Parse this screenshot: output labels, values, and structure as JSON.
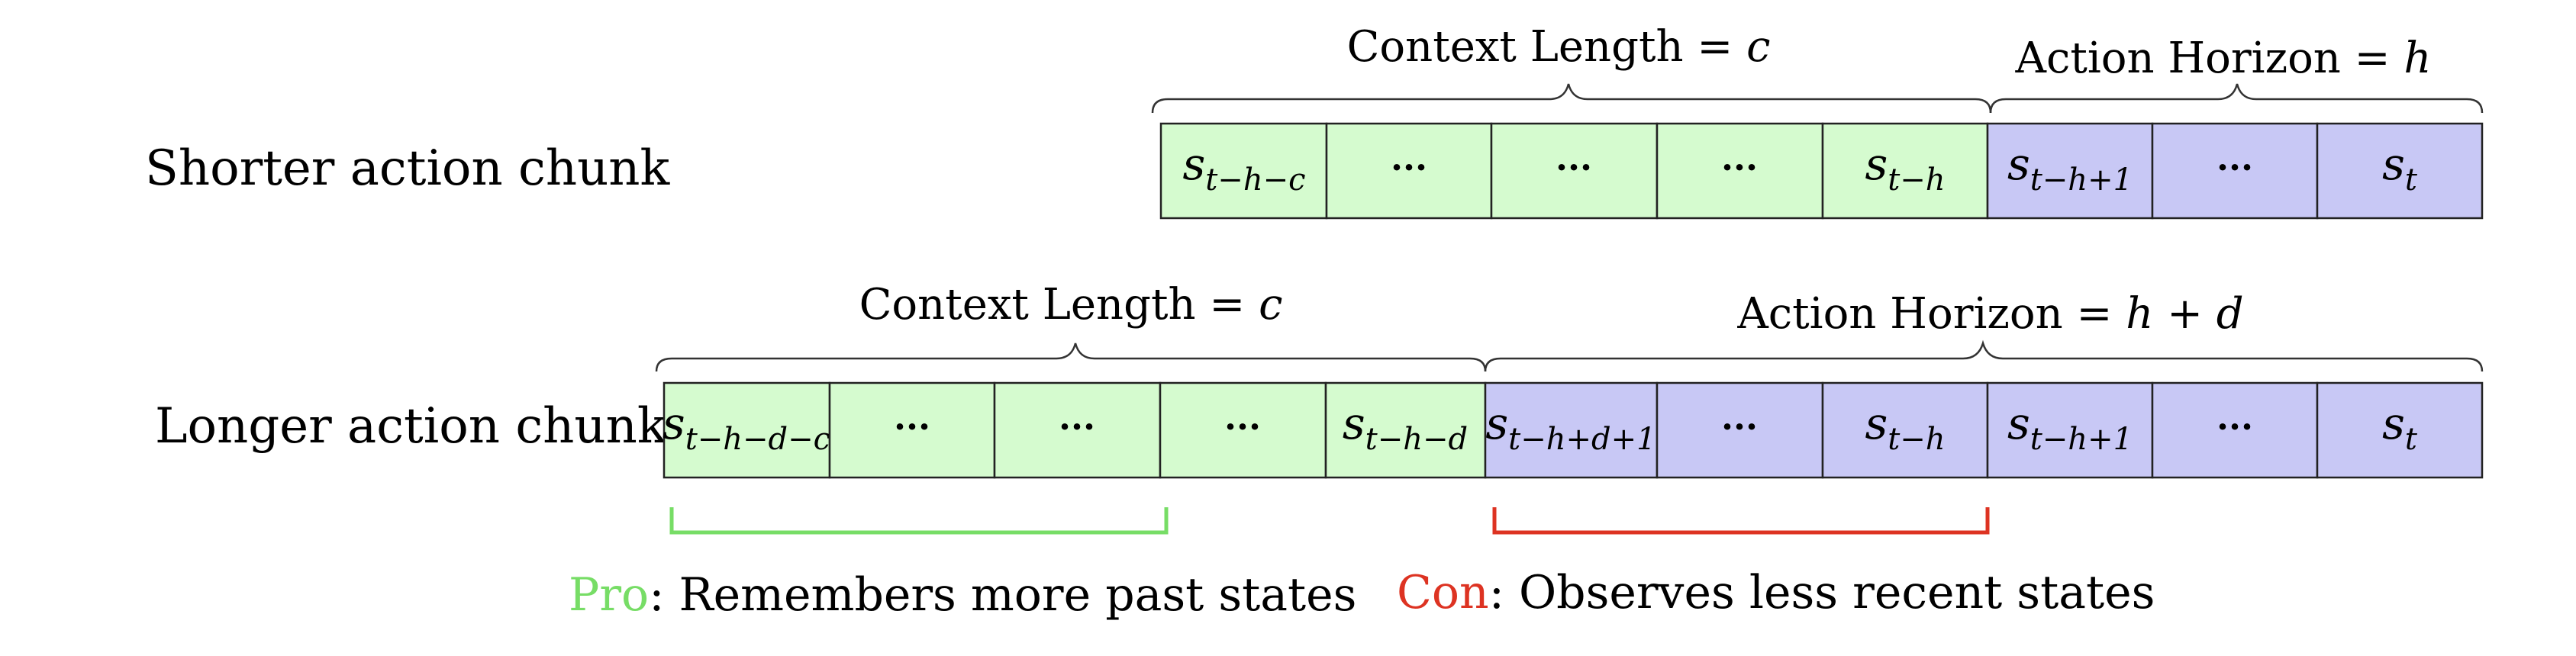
{
  "colors": {
    "context": "#d5fbcf",
    "action": "#c8c8f5",
    "pro": "#77dd66",
    "con": "#dd3322",
    "cell_border": "#222222"
  },
  "rows": [
    {
      "id": "shorter",
      "label": "Shorter action chunk",
      "cells": [
        {
          "kind": "context",
          "base": "s",
          "sub": "t−h−c"
        },
        {
          "kind": "context",
          "dots": "···"
        },
        {
          "kind": "context",
          "dots": "···"
        },
        {
          "kind": "context",
          "dots": "···"
        },
        {
          "kind": "context",
          "base": "s",
          "sub": "t−h"
        },
        {
          "kind": "action",
          "base": "s",
          "sub": "t−h+1"
        },
        {
          "kind": "action",
          "dots": "···"
        },
        {
          "kind": "action",
          "base": "s",
          "sub": "t"
        }
      ],
      "braces": [
        {
          "text": "Context Length = ",
          "var": "c"
        },
        {
          "text": "Action Horizon = ",
          "var": "h"
        }
      ]
    },
    {
      "id": "longer",
      "label": "Longer action chunk",
      "cells": [
        {
          "kind": "context",
          "base": "s",
          "sub": "t−h−d−c"
        },
        {
          "kind": "context",
          "dots": "···"
        },
        {
          "kind": "context",
          "dots": "···"
        },
        {
          "kind": "context",
          "dots": "···"
        },
        {
          "kind": "context",
          "base": "s",
          "sub": "t−h−d"
        },
        {
          "kind": "action",
          "base": "s",
          "sub": "t−h+d+1"
        },
        {
          "kind": "action",
          "dots": "···"
        },
        {
          "kind": "action",
          "base": "s",
          "sub": "t−h"
        },
        {
          "kind": "action",
          "base": "s",
          "sub": "t−h+1"
        },
        {
          "kind": "action",
          "dots": "···"
        },
        {
          "kind": "action",
          "base": "s",
          "sub": "t"
        }
      ],
      "braces": [
        {
          "text": "Context Length = ",
          "var": "c"
        },
        {
          "text": "Action Horizon = ",
          "var": "h + d"
        }
      ]
    }
  ],
  "notes": {
    "pro": {
      "keyword": "Pro",
      "text": ": Remembers more past states"
    },
    "con": {
      "keyword": "Con",
      "text": ": Observes less recent states"
    }
  }
}
